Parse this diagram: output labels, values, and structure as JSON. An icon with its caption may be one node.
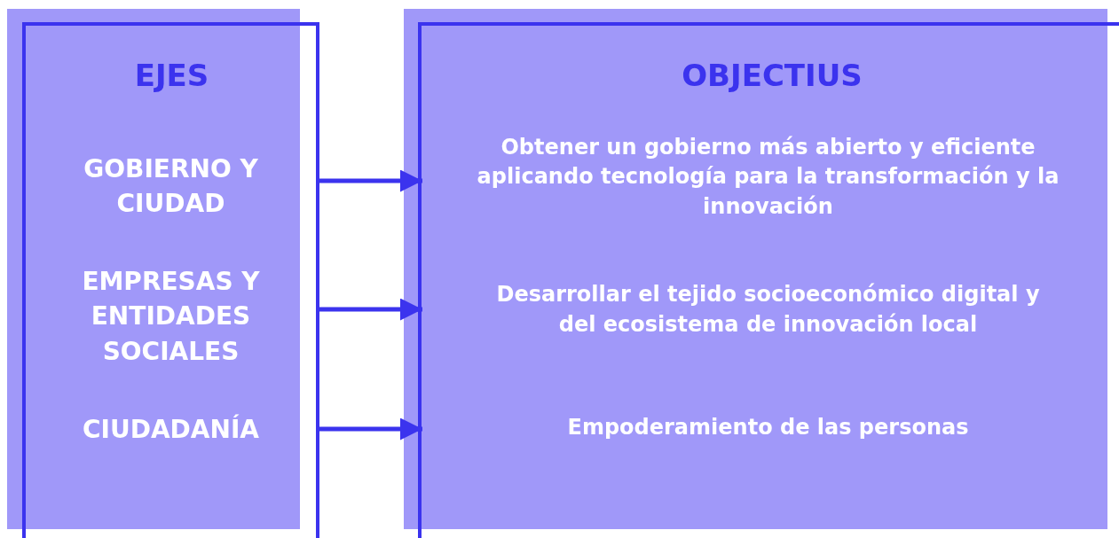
{
  "diagram": {
    "nodes": [
      {
        "text": [
          "EJES"
        ]
      },
      {
        "text": [
          "OBJECTIUS"
        ]
      },
      {
        "text": [
          "GOBIERNO Y CIUDAD"
        ],
        "in": 0
      },
      {
        "text": [
          "EMPRESAS Y ENTIDADES SOCIALES"
        ],
        "in": 0
      },
      {
        "text": [
          "CIUDADANÍA"
        ],
        "in": 0
      },
      {
        "text": [
          "Obtener un gobierno más abierto y eficiente aplicando tecnología para la transformación y la innovación"
        ],
        "in": 1
      },
      {
        "text": [
          "Desarrollar el tejido socioeconómico digital y del ecosistema de innovación local"
        ],
        "in": 1
      },
      {
        "text": [
          "Empoderamiento de las personas"
        ],
        "in": 1
      }
    ],
    "edges": [
      {
        "from": 2,
        "to": 5,
        "arrow": "to"
      },
      {
        "from": 3,
        "to": 6,
        "arrow": "to"
      },
      {
        "from": 4,
        "to": 7,
        "arrow": "to"
      }
    ]
  }
}
